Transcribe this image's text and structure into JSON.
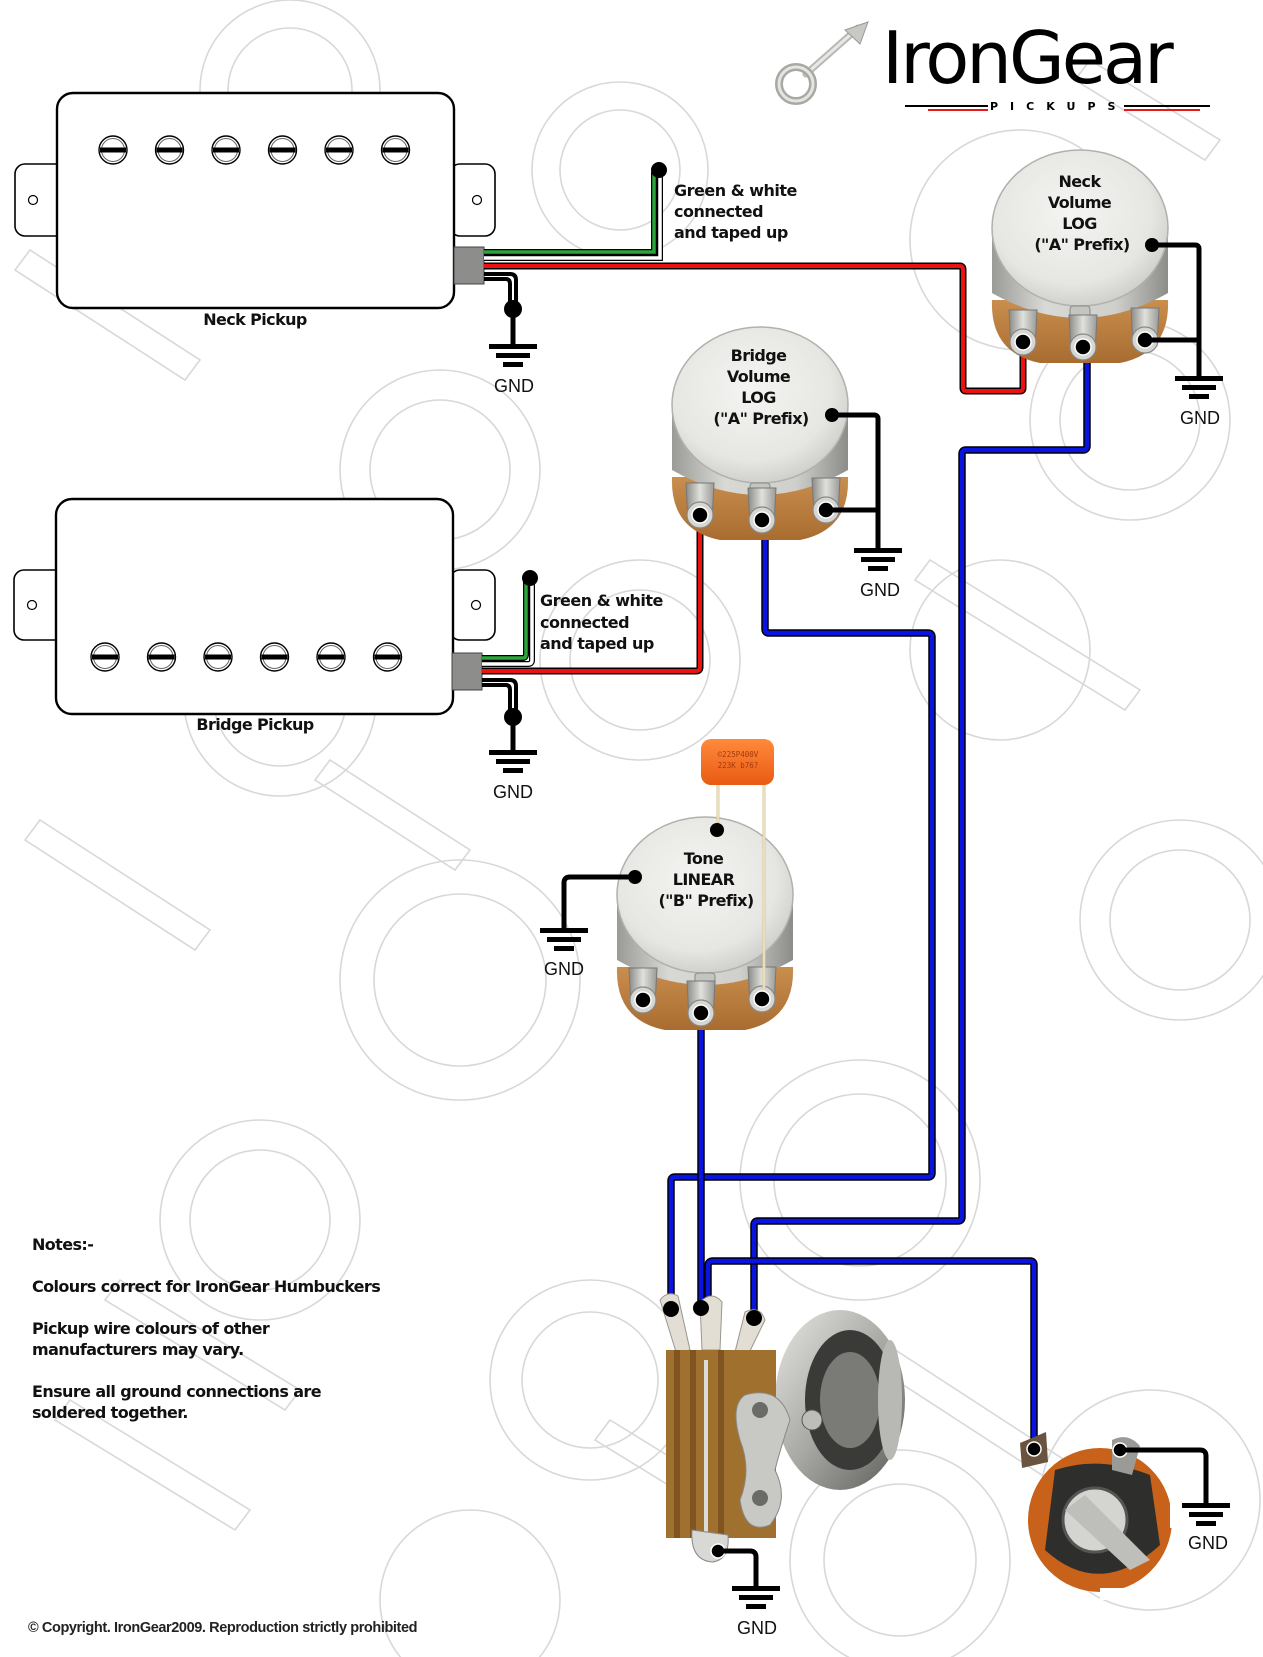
{
  "brand": {
    "name": "IronGear",
    "subtitle": "PICKUPS",
    "colors": {
      "red": "#e31b1b",
      "black": "#000000"
    }
  },
  "pickups": [
    {
      "id": "neck",
      "label": "Neck Pickup",
      "note_lines": [
        "Green & white",
        "connected",
        "and taped up"
      ],
      "ground_label": "GND"
    },
    {
      "id": "bridge",
      "label": "Bridge Pickup",
      "note_lines": [
        "Green & white",
        "connected",
        "and taped up"
      ],
      "ground_label": "GND"
    }
  ],
  "pots": [
    {
      "id": "neck-volume",
      "lines": [
        "Neck",
        "Volume",
        "LOG",
        "(\"A\" Prefix)"
      ],
      "ground_label": "GND"
    },
    {
      "id": "bridge-volume",
      "lines": [
        "Bridge",
        "Volume",
        "LOG",
        "(\"A\" Prefix)"
      ],
      "ground_label": "GND"
    },
    {
      "id": "tone",
      "lines": [
        "Tone",
        "LINEAR",
        "(\"B\" Prefix)"
      ],
      "ground_label": "GND"
    }
  ],
  "capacitor": {
    "marking_lines": [
      "©225P400V",
      "223K  b76?"
    ],
    "color": "#f26b1f"
  },
  "switch": {
    "ground_label": "GND"
  },
  "jack": {
    "ground_label": "GND"
  },
  "wire_colors": {
    "hot": "#ee1111",
    "signal": "#0a14e0",
    "ground": "#000000",
    "green": "#2aa63a",
    "white": "#ffffff"
  },
  "notes": {
    "title": "Notes:-",
    "items": [
      "Colours correct for IronGear Humbuckers",
      "Pickup wire colours of other manufacturers may vary.",
      "Ensure all ground connections are soldered together."
    ]
  },
  "copyright": "© Copyright. IronGear2009. Reproduction strictly prohibited"
}
